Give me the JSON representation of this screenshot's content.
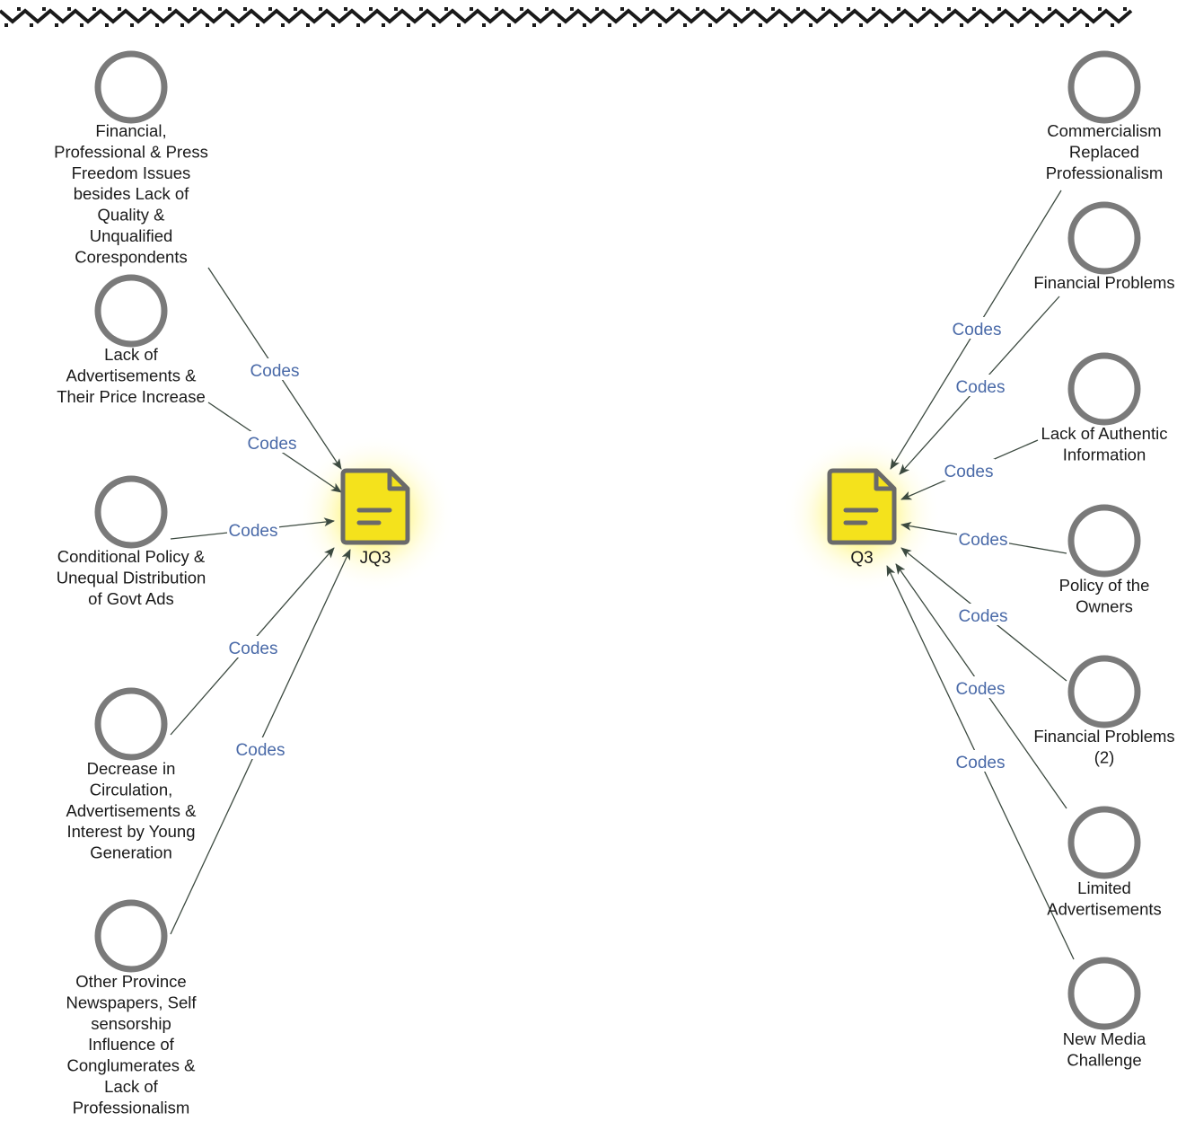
{
  "diagram": {
    "documents": [
      {
        "id": "JQ3",
        "label": "JQ3",
        "icon": "document-icon"
      },
      {
        "id": "Q3",
        "label": "Q3",
        "icon": "document-icon"
      }
    ],
    "codes": [
      {
        "id": "c1",
        "doc": "JQ3",
        "lines": [
          "Financial,",
          "Professional & Press",
          "Freedom Issues",
          "besides Lack of",
          "Quality &",
          "Unqualified",
          "Corespondents"
        ]
      },
      {
        "id": "c2",
        "doc": "JQ3",
        "lines": [
          "Lack of",
          "Advertisements &",
          "Their Price Increase"
        ]
      },
      {
        "id": "c3",
        "doc": "JQ3",
        "lines": [
          "Conditional Policy &",
          "Unequal Distribution",
          "of Govt Ads"
        ]
      },
      {
        "id": "c4",
        "doc": "JQ3",
        "lines": [
          "Decrease in",
          "Circulation,",
          "Advertisements &",
          "Interest by Young",
          "Generation"
        ]
      },
      {
        "id": "c5",
        "doc": "JQ3",
        "lines": [
          "Other Province",
          "Newspapers, Self",
          "sensorship",
          "Influence of",
          "Conglumerates &",
          "Lack of",
          "Professionalism"
        ]
      },
      {
        "id": "c6",
        "doc": "Q3",
        "lines": [
          "Commercialism",
          "Replaced",
          "Professionalism"
        ]
      },
      {
        "id": "c7",
        "doc": "Q3",
        "lines": [
          "Financial Problems"
        ]
      },
      {
        "id": "c8",
        "doc": "Q3",
        "lines": [
          "Lack of Authentic",
          "Information"
        ]
      },
      {
        "id": "c9",
        "doc": "Q3",
        "lines": [
          "Policy of the",
          "Owners"
        ]
      },
      {
        "id": "c10",
        "doc": "Q3",
        "lines": [
          "Financial Problems",
          "(2)"
        ]
      },
      {
        "id": "c11",
        "doc": "Q3",
        "lines": [
          "Limited",
          "Advertisements"
        ]
      },
      {
        "id": "c12",
        "doc": "Q3",
        "lines": [
          "New Media",
          "Challenge"
        ]
      }
    ],
    "relation_label": "Codes",
    "colors": {
      "node_ring": "#7a7a7a",
      "doc_fill": "#f4e21c",
      "doc_glow": "#fff46a",
      "edge": "#3c4a40",
      "relation_text": "#4a6aa8",
      "border_pattern": "#1a1a1a"
    }
  }
}
